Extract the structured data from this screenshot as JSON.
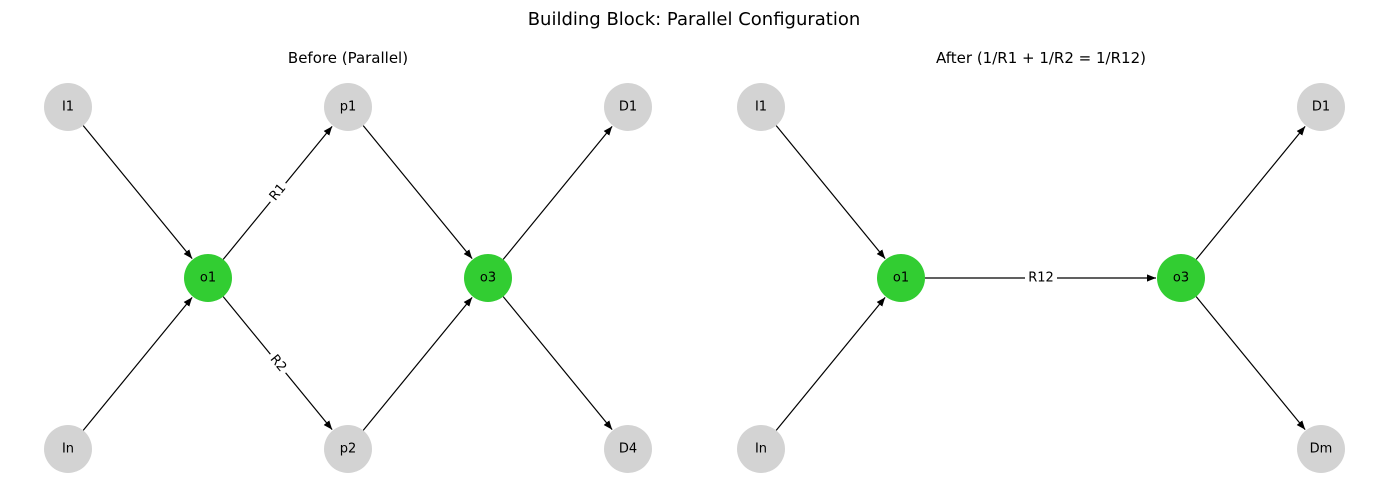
{
  "main_title": "Building Block: Parallel Configuration",
  "colors": {
    "plain_node": "#d3d3d3",
    "highlight_node": "#32cd32",
    "edge": "#000000"
  },
  "diagrams": [
    {
      "title": "Before (Parallel)",
      "nodes": [
        {
          "id": "I1",
          "label": "I1",
          "highlight": false
        },
        {
          "id": "In",
          "label": "In",
          "highlight": false
        },
        {
          "id": "o1",
          "label": "o1",
          "highlight": true
        },
        {
          "id": "p1",
          "label": "p1",
          "highlight": false
        },
        {
          "id": "p2",
          "label": "p2",
          "highlight": false
        },
        {
          "id": "o3",
          "label": "o3",
          "highlight": true
        },
        {
          "id": "D1",
          "label": "D1",
          "highlight": false
        },
        {
          "id": "D4",
          "label": "D4",
          "highlight": false
        }
      ],
      "edges": [
        {
          "from": "I1",
          "to": "o1",
          "label": ""
        },
        {
          "from": "In",
          "to": "o1",
          "label": ""
        },
        {
          "from": "o1",
          "to": "p1",
          "label": "R1"
        },
        {
          "from": "o1",
          "to": "p2",
          "label": "R2"
        },
        {
          "from": "p1",
          "to": "o3",
          "label": ""
        },
        {
          "from": "p2",
          "to": "o3",
          "label": ""
        },
        {
          "from": "o3",
          "to": "D1",
          "label": ""
        },
        {
          "from": "o3",
          "to": "D4",
          "label": ""
        }
      ]
    },
    {
      "title": "After (1/R1 + 1/R2 = 1/R12)",
      "nodes": [
        {
          "id": "I1",
          "label": "I1",
          "highlight": false
        },
        {
          "id": "In",
          "label": "In",
          "highlight": false
        },
        {
          "id": "o1",
          "label": "o1",
          "highlight": true
        },
        {
          "id": "o3",
          "label": "o3",
          "highlight": true
        },
        {
          "id": "D1",
          "label": "D1",
          "highlight": false
        },
        {
          "id": "Dm",
          "label": "Dm",
          "highlight": false
        }
      ],
      "edges": [
        {
          "from": "I1",
          "to": "o1",
          "label": ""
        },
        {
          "from": "In",
          "to": "o1",
          "label": ""
        },
        {
          "from": "o1",
          "to": "o3",
          "label": "R12"
        },
        {
          "from": "o3",
          "to": "D1",
          "label": ""
        },
        {
          "from": "o3",
          "to": "Dm",
          "label": ""
        }
      ]
    }
  ]
}
